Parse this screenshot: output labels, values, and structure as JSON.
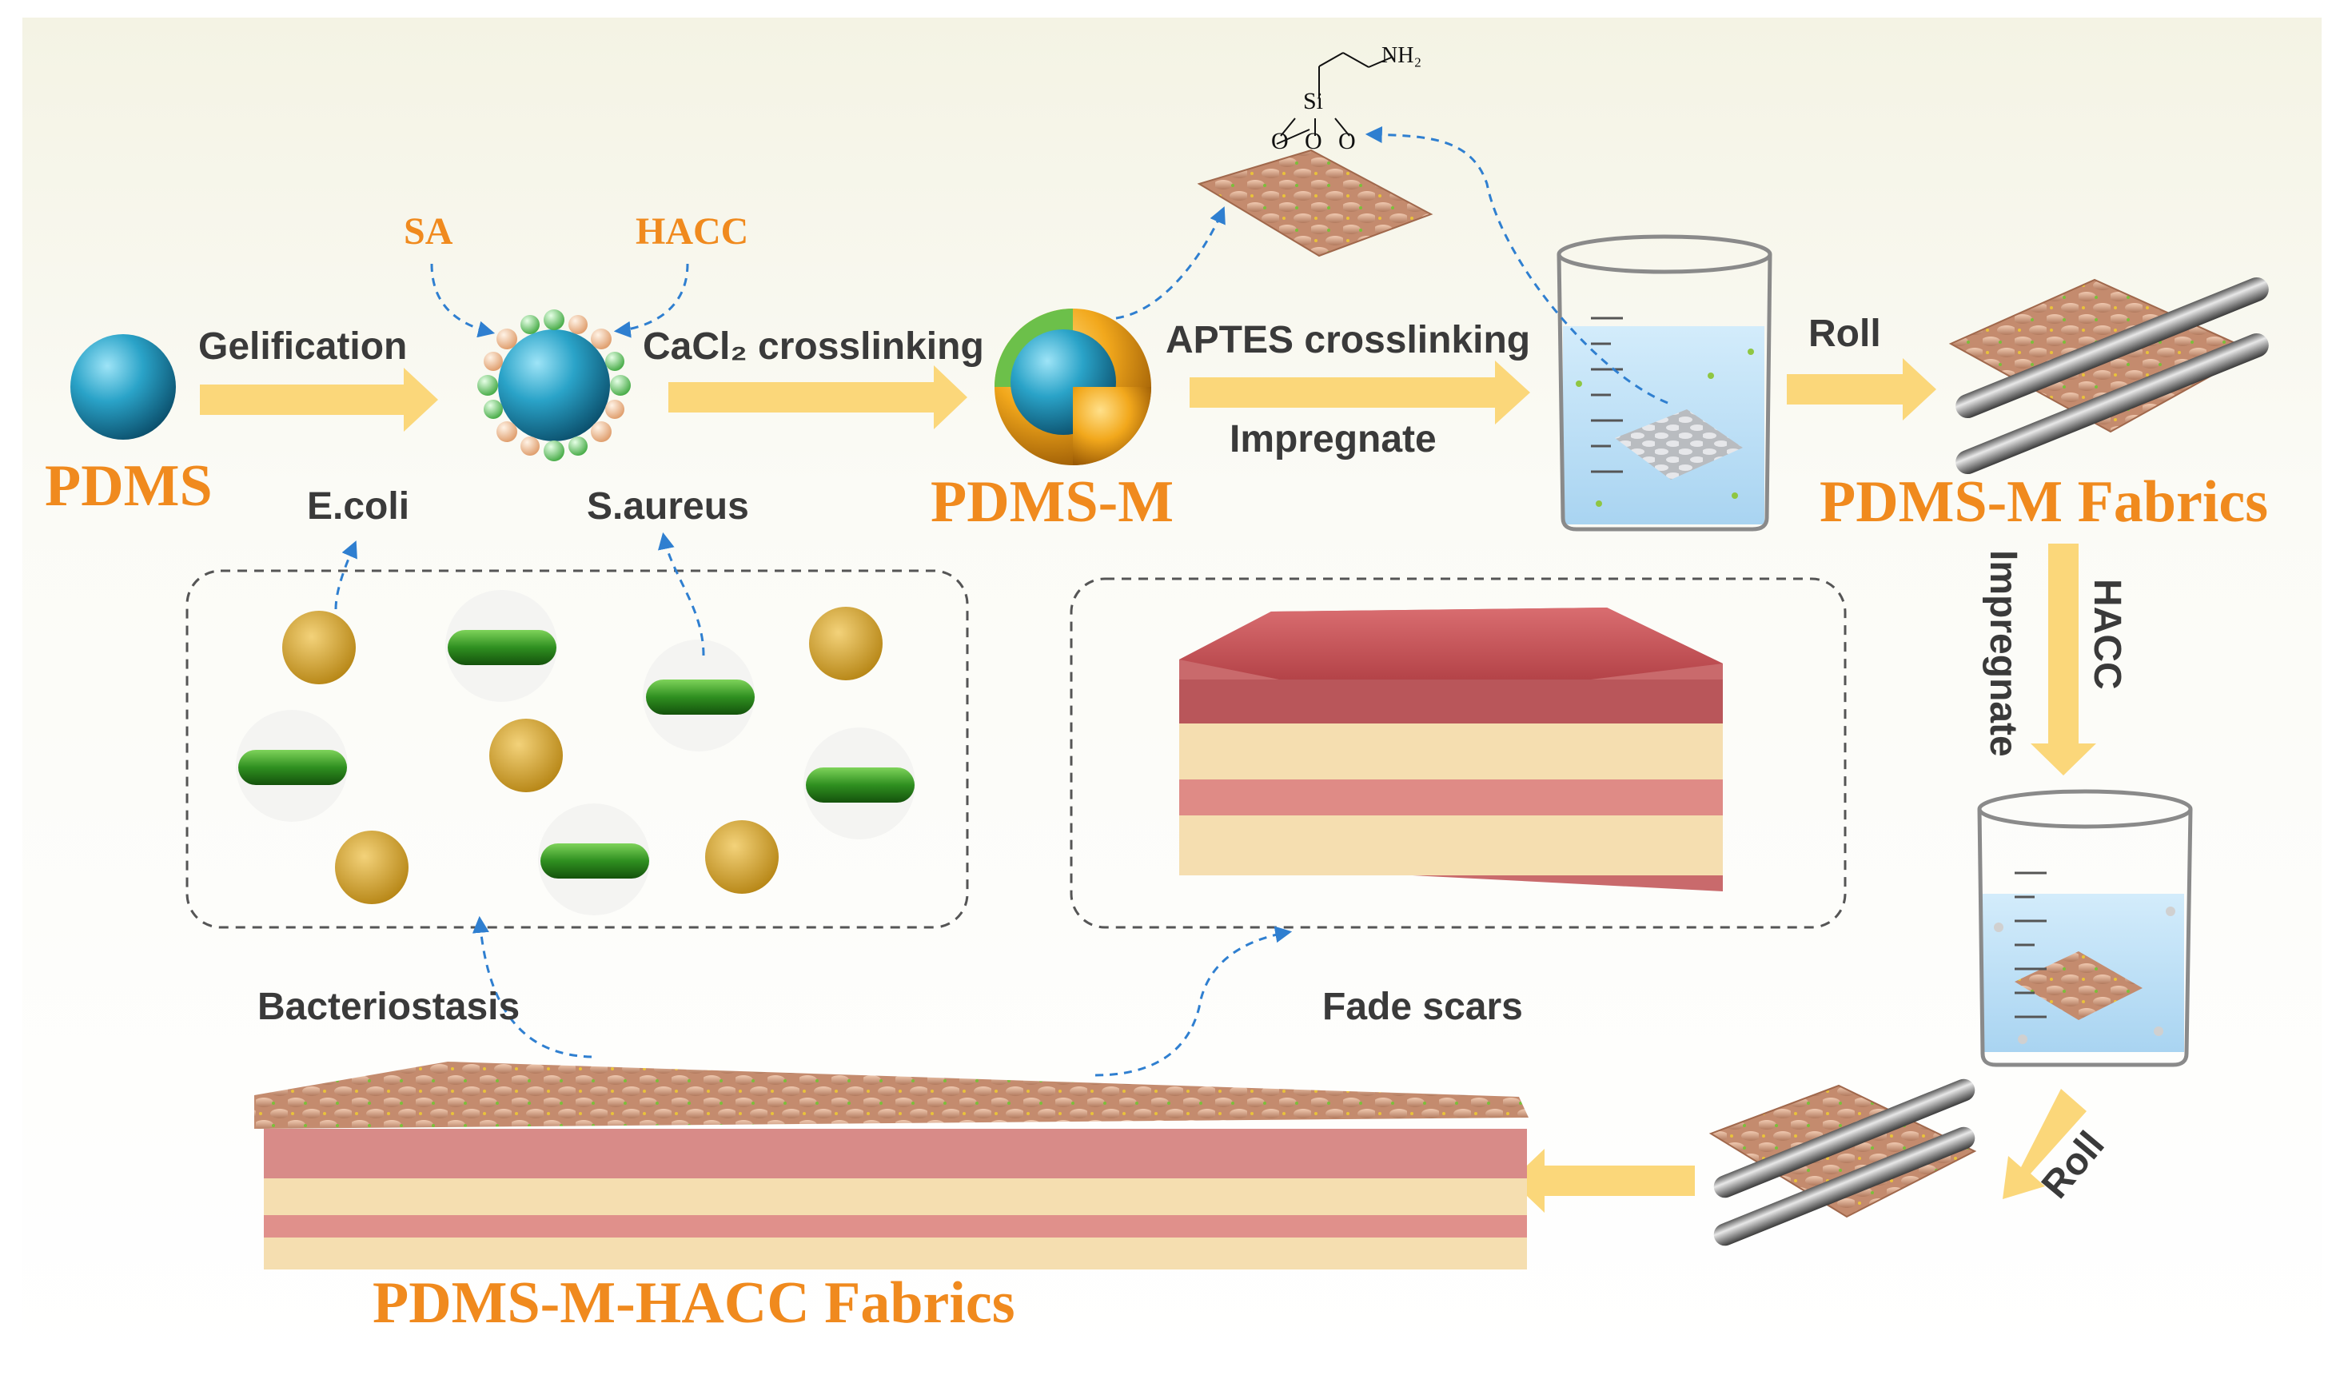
{
  "materials": {
    "pdms": "PDMS",
    "pdms_m": "PDMS-M",
    "pdms_m_fabrics": "PDMS-M Fabrics",
    "pdms_m_hacc_fabrics": "PDMS-M-HACC Fabrics"
  },
  "reagents": {
    "sa": "SA",
    "hacc": "HACC"
  },
  "steps": {
    "gelification": "Gelification",
    "cacl2_crosslinking": "CaCl₂ crosslinking",
    "aptes_crosslinking": "APTES crosslinking",
    "impregnate_1": "Impregnate",
    "roll_1": "Roll",
    "impregnate_2": "Impregnate",
    "hacc_2": "HACC",
    "roll_2": "Roll"
  },
  "bacteria": {
    "ecoli": "E.coli",
    "saureus": "S.aureus"
  },
  "effects": {
    "bacteriostasis": "Bacteriostasis",
    "fade_scars": "Fade scars"
  },
  "chemistry": {
    "amine": "NH₂",
    "silicon": "Si",
    "oxygen": "O"
  },
  "colors": {
    "accent_orange": "#f08a1e",
    "arrow_yellow": "#fbd77a",
    "dashed_arrow_blue": "#2f7fd0",
    "sphere_blue": "#1e8fb5"
  }
}
